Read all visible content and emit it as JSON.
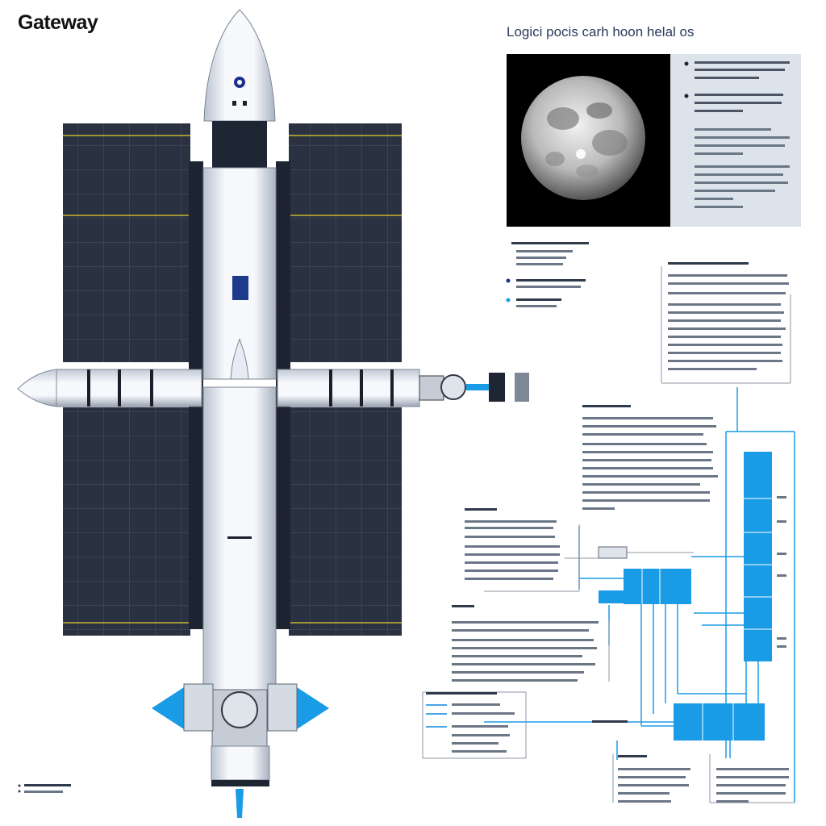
{
  "title": "Gateway",
  "moon_panel": {
    "heading": "Logici pocis carh hoon helal os"
  },
  "colors": {
    "accent_blue": "#1a9be6",
    "solar_panel": "#2a3140",
    "hull": "#eef1f5",
    "panel_bg": "#dde3ea"
  },
  "icons": [
    "moon-image",
    "bullet-dot-icon",
    "thruster-icon"
  ]
}
